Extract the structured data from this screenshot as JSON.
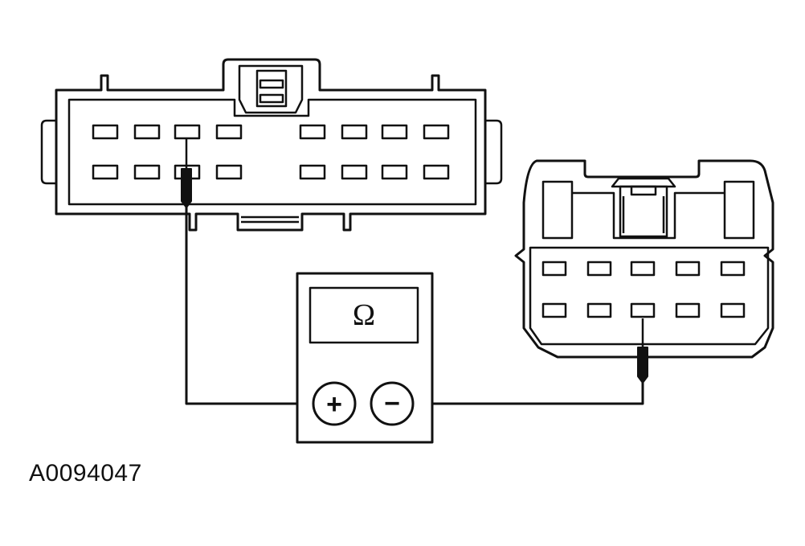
{
  "diagram": {
    "reference_code": "A0094047",
    "meter": {
      "display_symbol": "Ω",
      "positive_terminal": "+",
      "negative_terminal": "−"
    },
    "connector_a": {
      "pin_rows": 2,
      "pins_per_row": 8
    },
    "connector_b": {
      "pin_rows": 2,
      "pins_per_row": 5
    },
    "colors": {
      "line": "#111111",
      "background": "#ffffff"
    }
  }
}
